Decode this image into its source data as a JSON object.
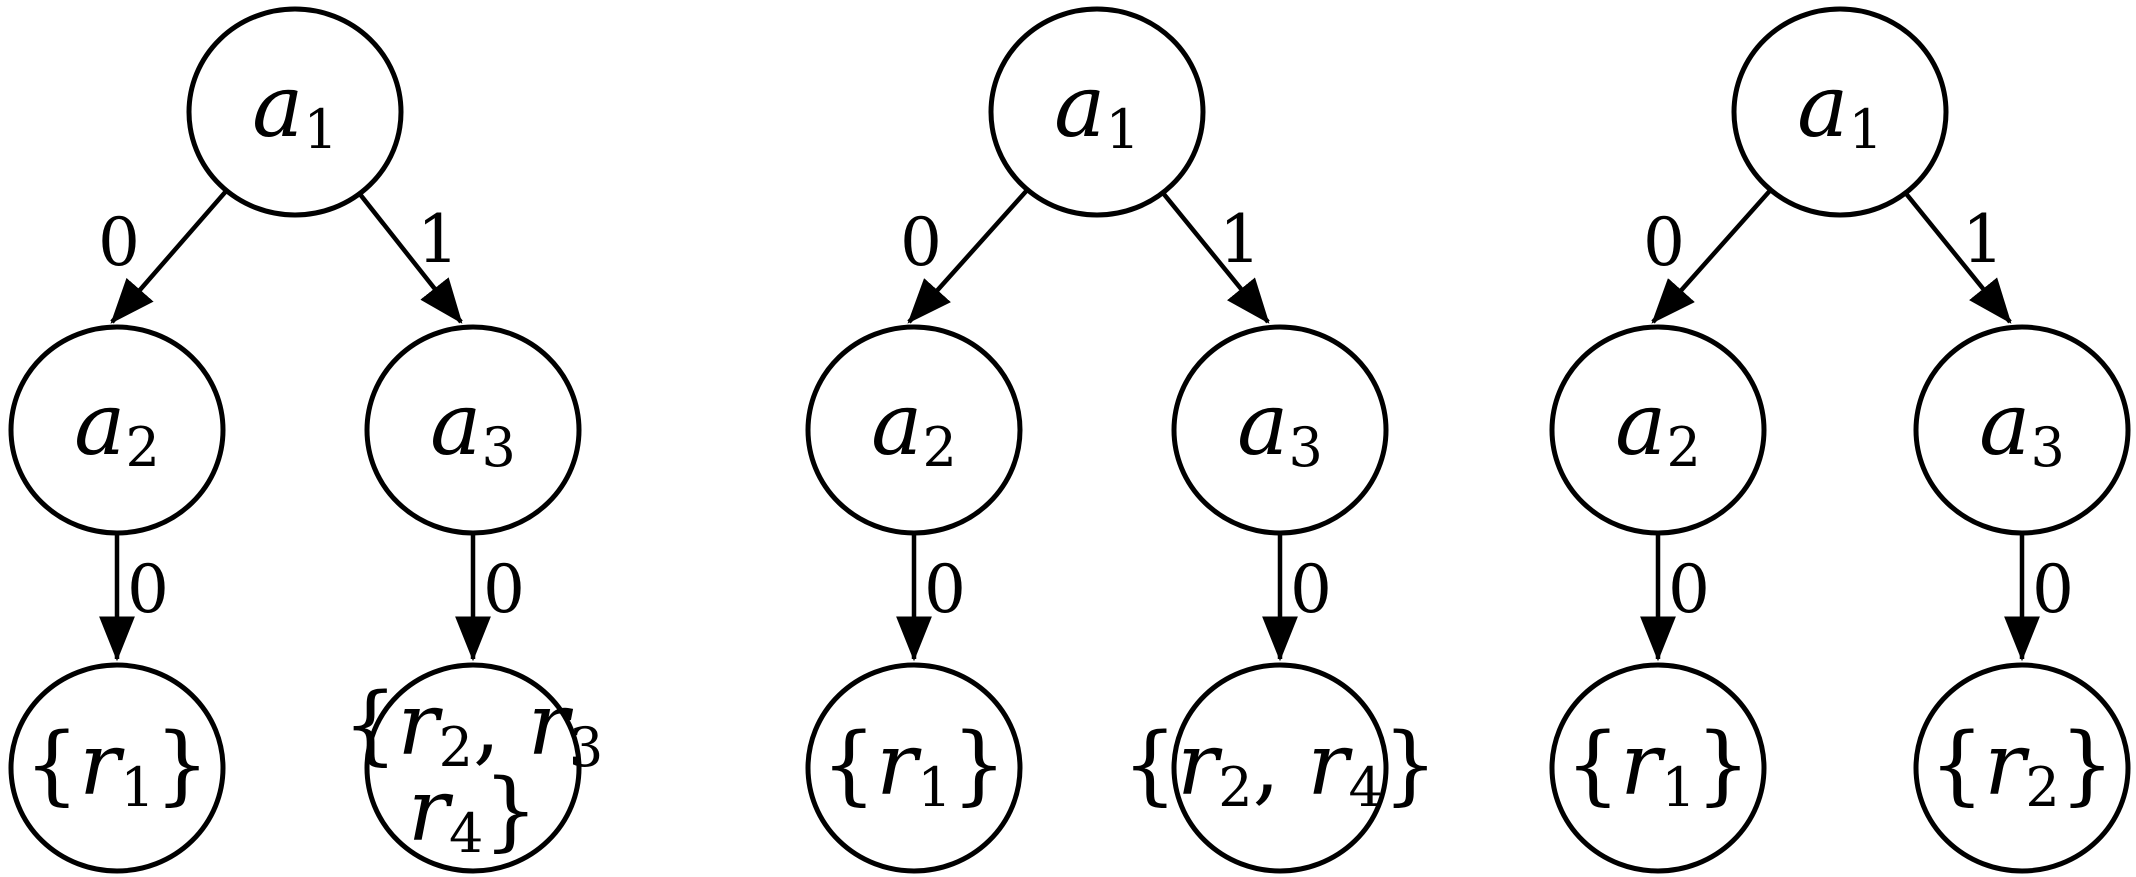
{
  "figure": {
    "background": "#ffffff",
    "stroke_color": "#000000",
    "text_color": "#000000",
    "description": "three-decision-trees",
    "trees": [
      {
        "name": "tree-1",
        "nodes": {
          "root": {
            "segments": [
              {
                "t": "a",
                "it": true
              },
              {
                "t": "1",
                "sub": true
              }
            ]
          },
          "left": {
            "segments": [
              {
                "t": "a",
                "it": true
              },
              {
                "t": "2",
                "sub": true
              }
            ]
          },
          "right": {
            "segments": [
              {
                "t": "a",
                "it": true
              },
              {
                "t": "3",
                "sub": true
              }
            ]
          },
          "left_leaf": {
            "lines": [
              [
                {
                  "t": "{"
                },
                {
                  "t": "r",
                  "it": true
                },
                {
                  "t": "1",
                  "sub": true
                },
                {
                  "t": "}"
                }
              ]
            ]
          },
          "right_leaf": {
            "lines": [
              [
                {
                  "t": "{"
                },
                {
                  "t": "r",
                  "it": true
                },
                {
                  "t": "2",
                  "sub": true
                },
                {
                  "t": ", "
                },
                {
                  "t": "r",
                  "it": true
                },
                {
                  "t": "3",
                  "sub": true
                }
              ],
              [
                {
                  "t": "r",
                  "it": true
                },
                {
                  "t": "4",
                  "sub": true
                },
                {
                  "t": "}"
                }
              ]
            ]
          }
        },
        "edge_labels": {
          "root_left": "0",
          "root_right": "1",
          "left_down": "0",
          "right_down": "0"
        }
      },
      {
        "name": "tree-2",
        "nodes": {
          "root": {
            "segments": [
              {
                "t": "a",
                "it": true
              },
              {
                "t": "1",
                "sub": true
              }
            ]
          },
          "left": {
            "segments": [
              {
                "t": "a",
                "it": true
              },
              {
                "t": "2",
                "sub": true
              }
            ]
          },
          "right": {
            "segments": [
              {
                "t": "a",
                "it": true
              },
              {
                "t": "3",
                "sub": true
              }
            ]
          },
          "left_leaf": {
            "lines": [
              [
                {
                  "t": "{"
                },
                {
                  "t": "r",
                  "it": true
                },
                {
                  "t": "1",
                  "sub": true
                },
                {
                  "t": "}"
                }
              ]
            ]
          },
          "right_leaf": {
            "lines": [
              [
                {
                  "t": "{"
                },
                {
                  "t": "r",
                  "it": true
                },
                {
                  "t": "2",
                  "sub": true
                },
                {
                  "t": ", "
                },
                {
                  "t": "r",
                  "it": true
                },
                {
                  "t": "4",
                  "sub": true
                },
                {
                  "t": "}"
                }
              ]
            ]
          }
        },
        "edge_labels": {
          "root_left": "0",
          "root_right": "1",
          "left_down": "0",
          "right_down": "0"
        }
      },
      {
        "name": "tree-3",
        "nodes": {
          "root": {
            "segments": [
              {
                "t": "a",
                "it": true
              },
              {
                "t": "1",
                "sub": true
              }
            ]
          },
          "left": {
            "segments": [
              {
                "t": "a",
                "it": true
              },
              {
                "t": "2",
                "sub": true
              }
            ]
          },
          "right": {
            "segments": [
              {
                "t": "a",
                "it": true
              },
              {
                "t": "3",
                "sub": true
              }
            ]
          },
          "left_leaf": {
            "lines": [
              [
                {
                  "t": "{"
                },
                {
                  "t": "r",
                  "it": true
                },
                {
                  "t": "1",
                  "sub": true
                },
                {
                  "t": "}"
                }
              ]
            ]
          },
          "right_leaf": {
            "lines": [
              [
                {
                  "t": "{"
                },
                {
                  "t": "r",
                  "it": true
                },
                {
                  "t": "2",
                  "sub": true
                },
                {
                  "t": "}"
                }
              ]
            ]
          }
        },
        "edge_labels": {
          "root_left": "0",
          "root_right": "1",
          "left_down": "0",
          "right_down": "0"
        }
      }
    ]
  }
}
